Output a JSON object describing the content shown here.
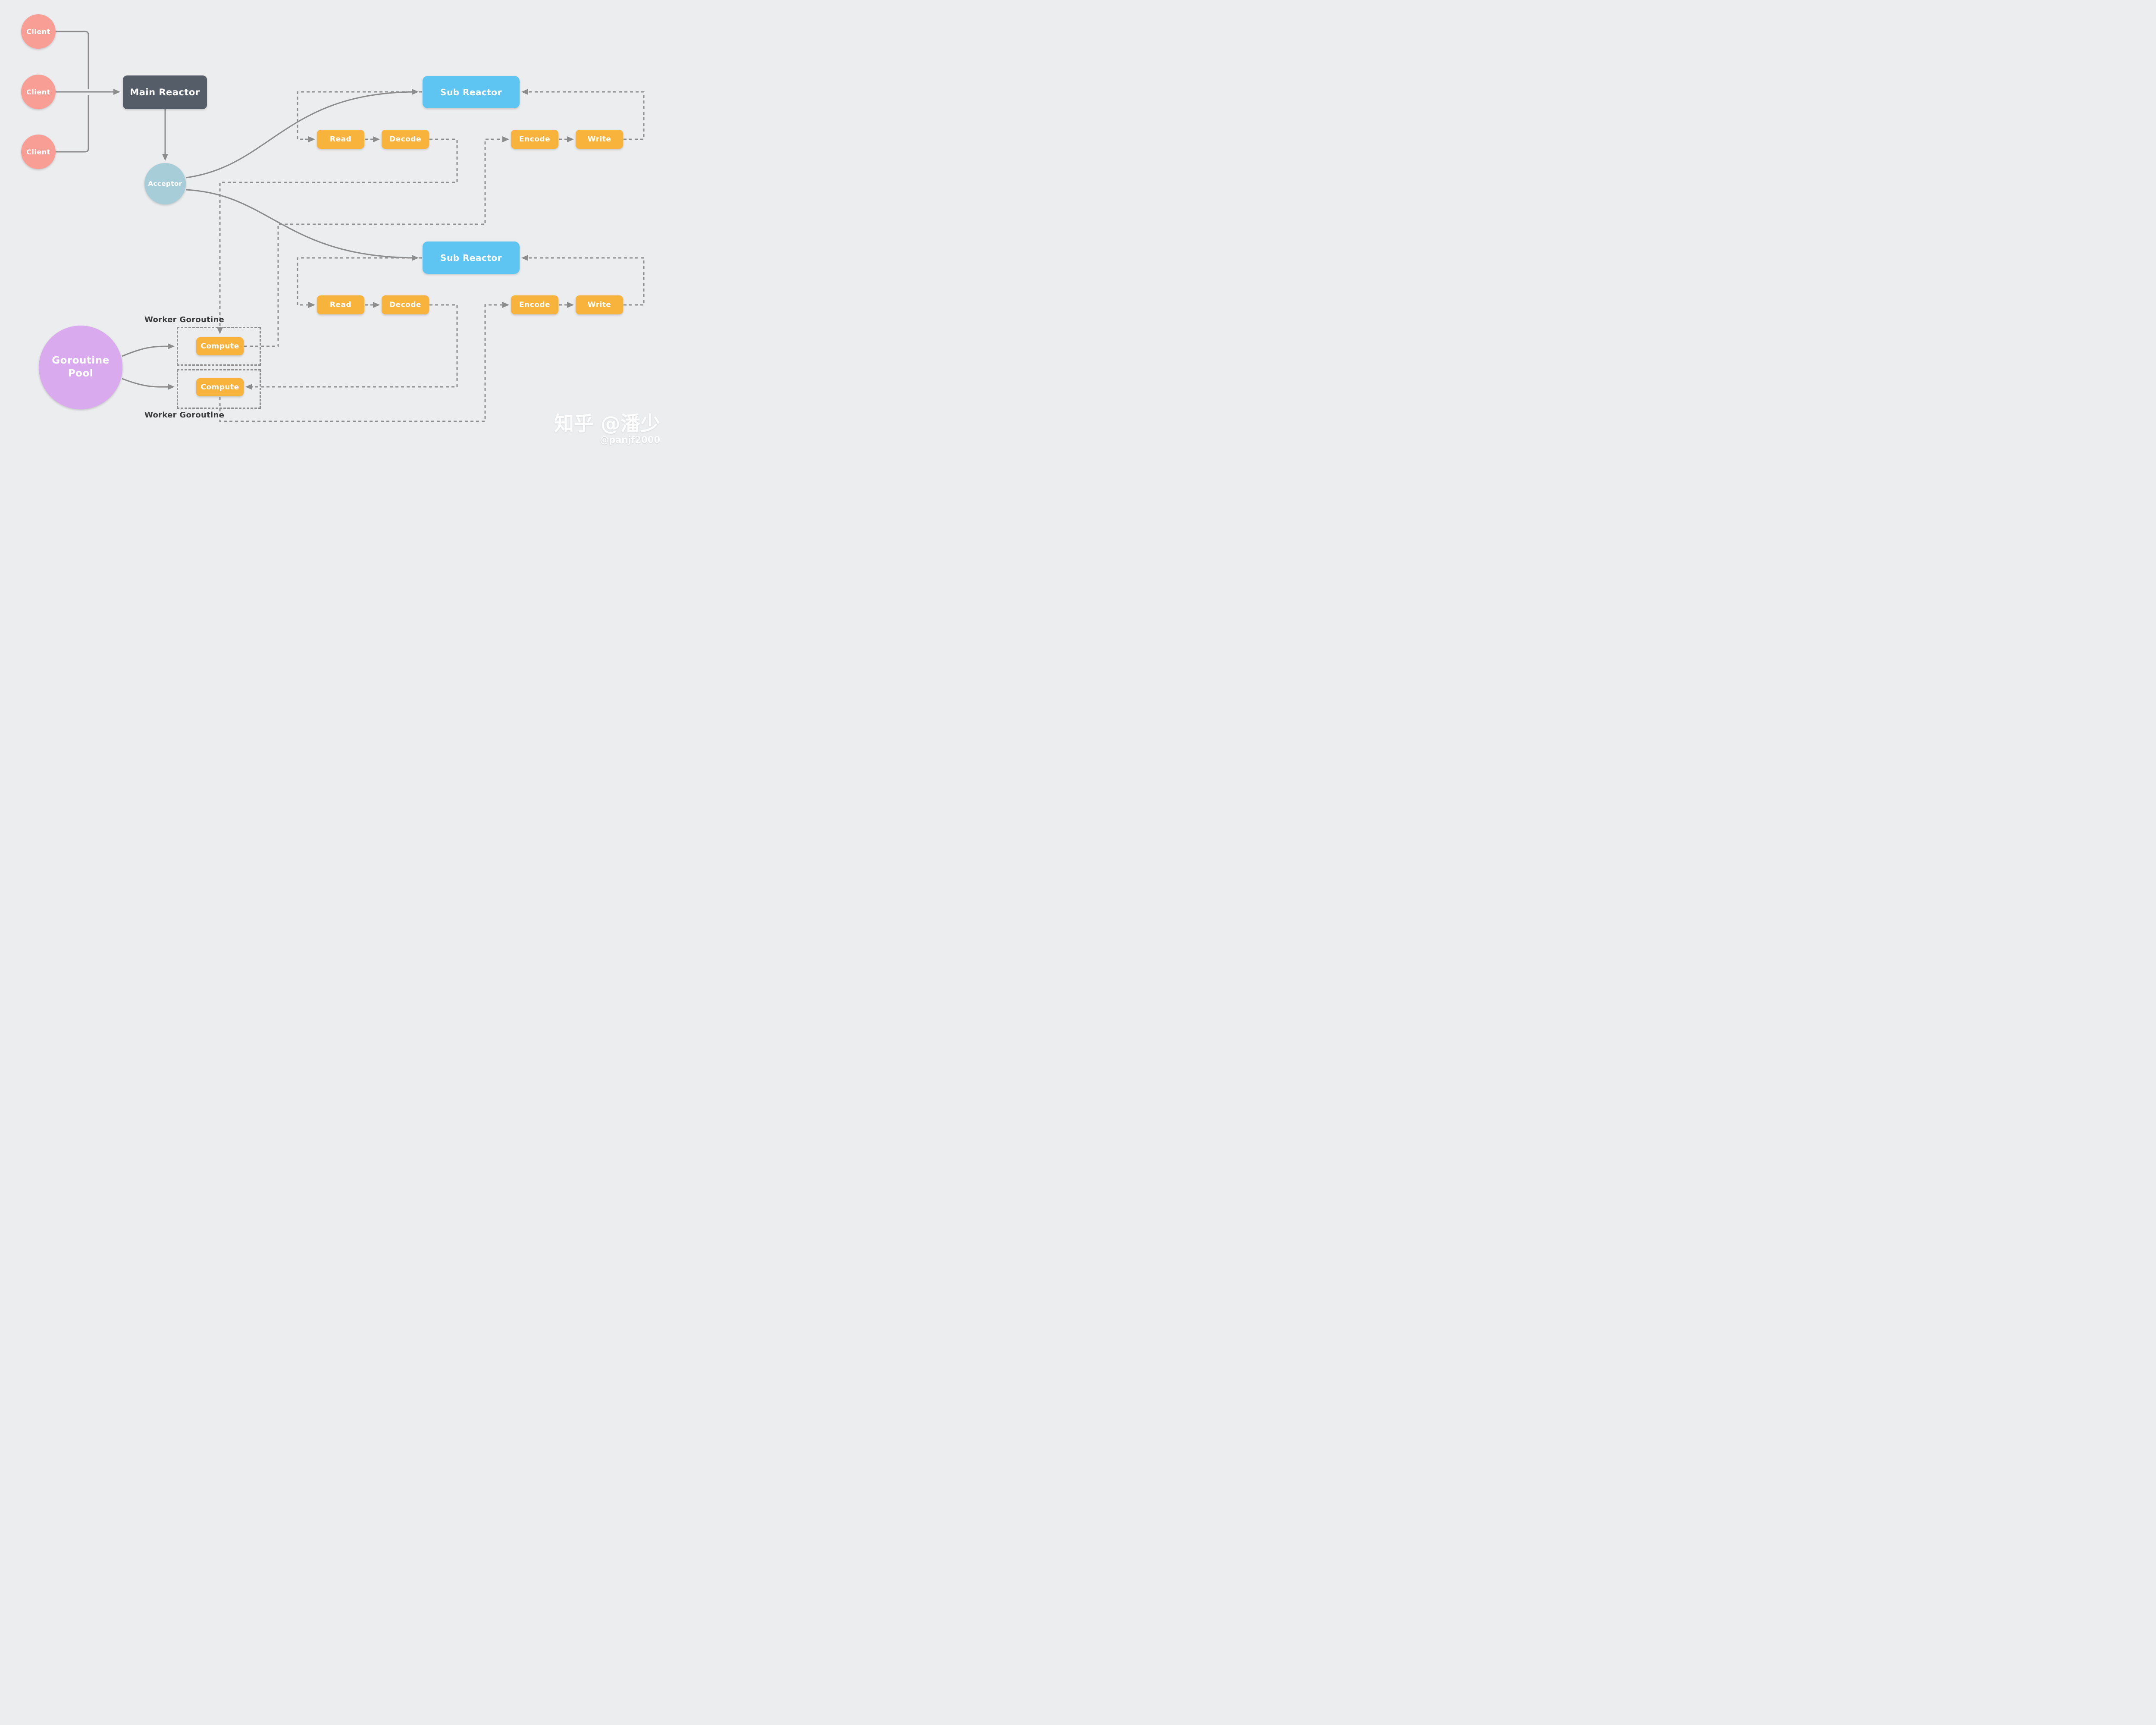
{
  "colors": {
    "background": "#ecedef",
    "client_node": "#f89e95",
    "main_reactor_node": "#555d69",
    "acceptor_node": "#a7ced8",
    "sub_reactor_node": "#5ec5f2",
    "stage_node": "#f8b33c",
    "goroutine_pool_node": "#d9aaee",
    "connector_line": "#8c8c8c",
    "worker_label_text": "#3b3b3b"
  },
  "nodes": {
    "clients": [
      {
        "label": "Client"
      },
      {
        "label": "Client"
      },
      {
        "label": "Client"
      }
    ],
    "main_reactor": {
      "label": "Main Reactor"
    },
    "acceptor": {
      "label": "Acceptor"
    },
    "sub_reactors": [
      {
        "label": "Sub Reactor"
      },
      {
        "label": "Sub Reactor"
      }
    ],
    "pipelines": [
      {
        "read": "Read",
        "decode": "Decode",
        "encode": "Encode",
        "write": "Write"
      },
      {
        "read": "Read",
        "decode": "Decode",
        "encode": "Encode",
        "write": "Write"
      }
    ],
    "goroutine_pool": {
      "label": "Goroutine Pool"
    },
    "workers": [
      {
        "box_label": "Worker Goroutine",
        "compute_label": "Compute"
      },
      {
        "box_label": "Worker Goroutine",
        "compute_label": "Compute"
      }
    ]
  },
  "watermark": {
    "brand": "知乎 @潘少",
    "handle": "@panjf2000"
  }
}
